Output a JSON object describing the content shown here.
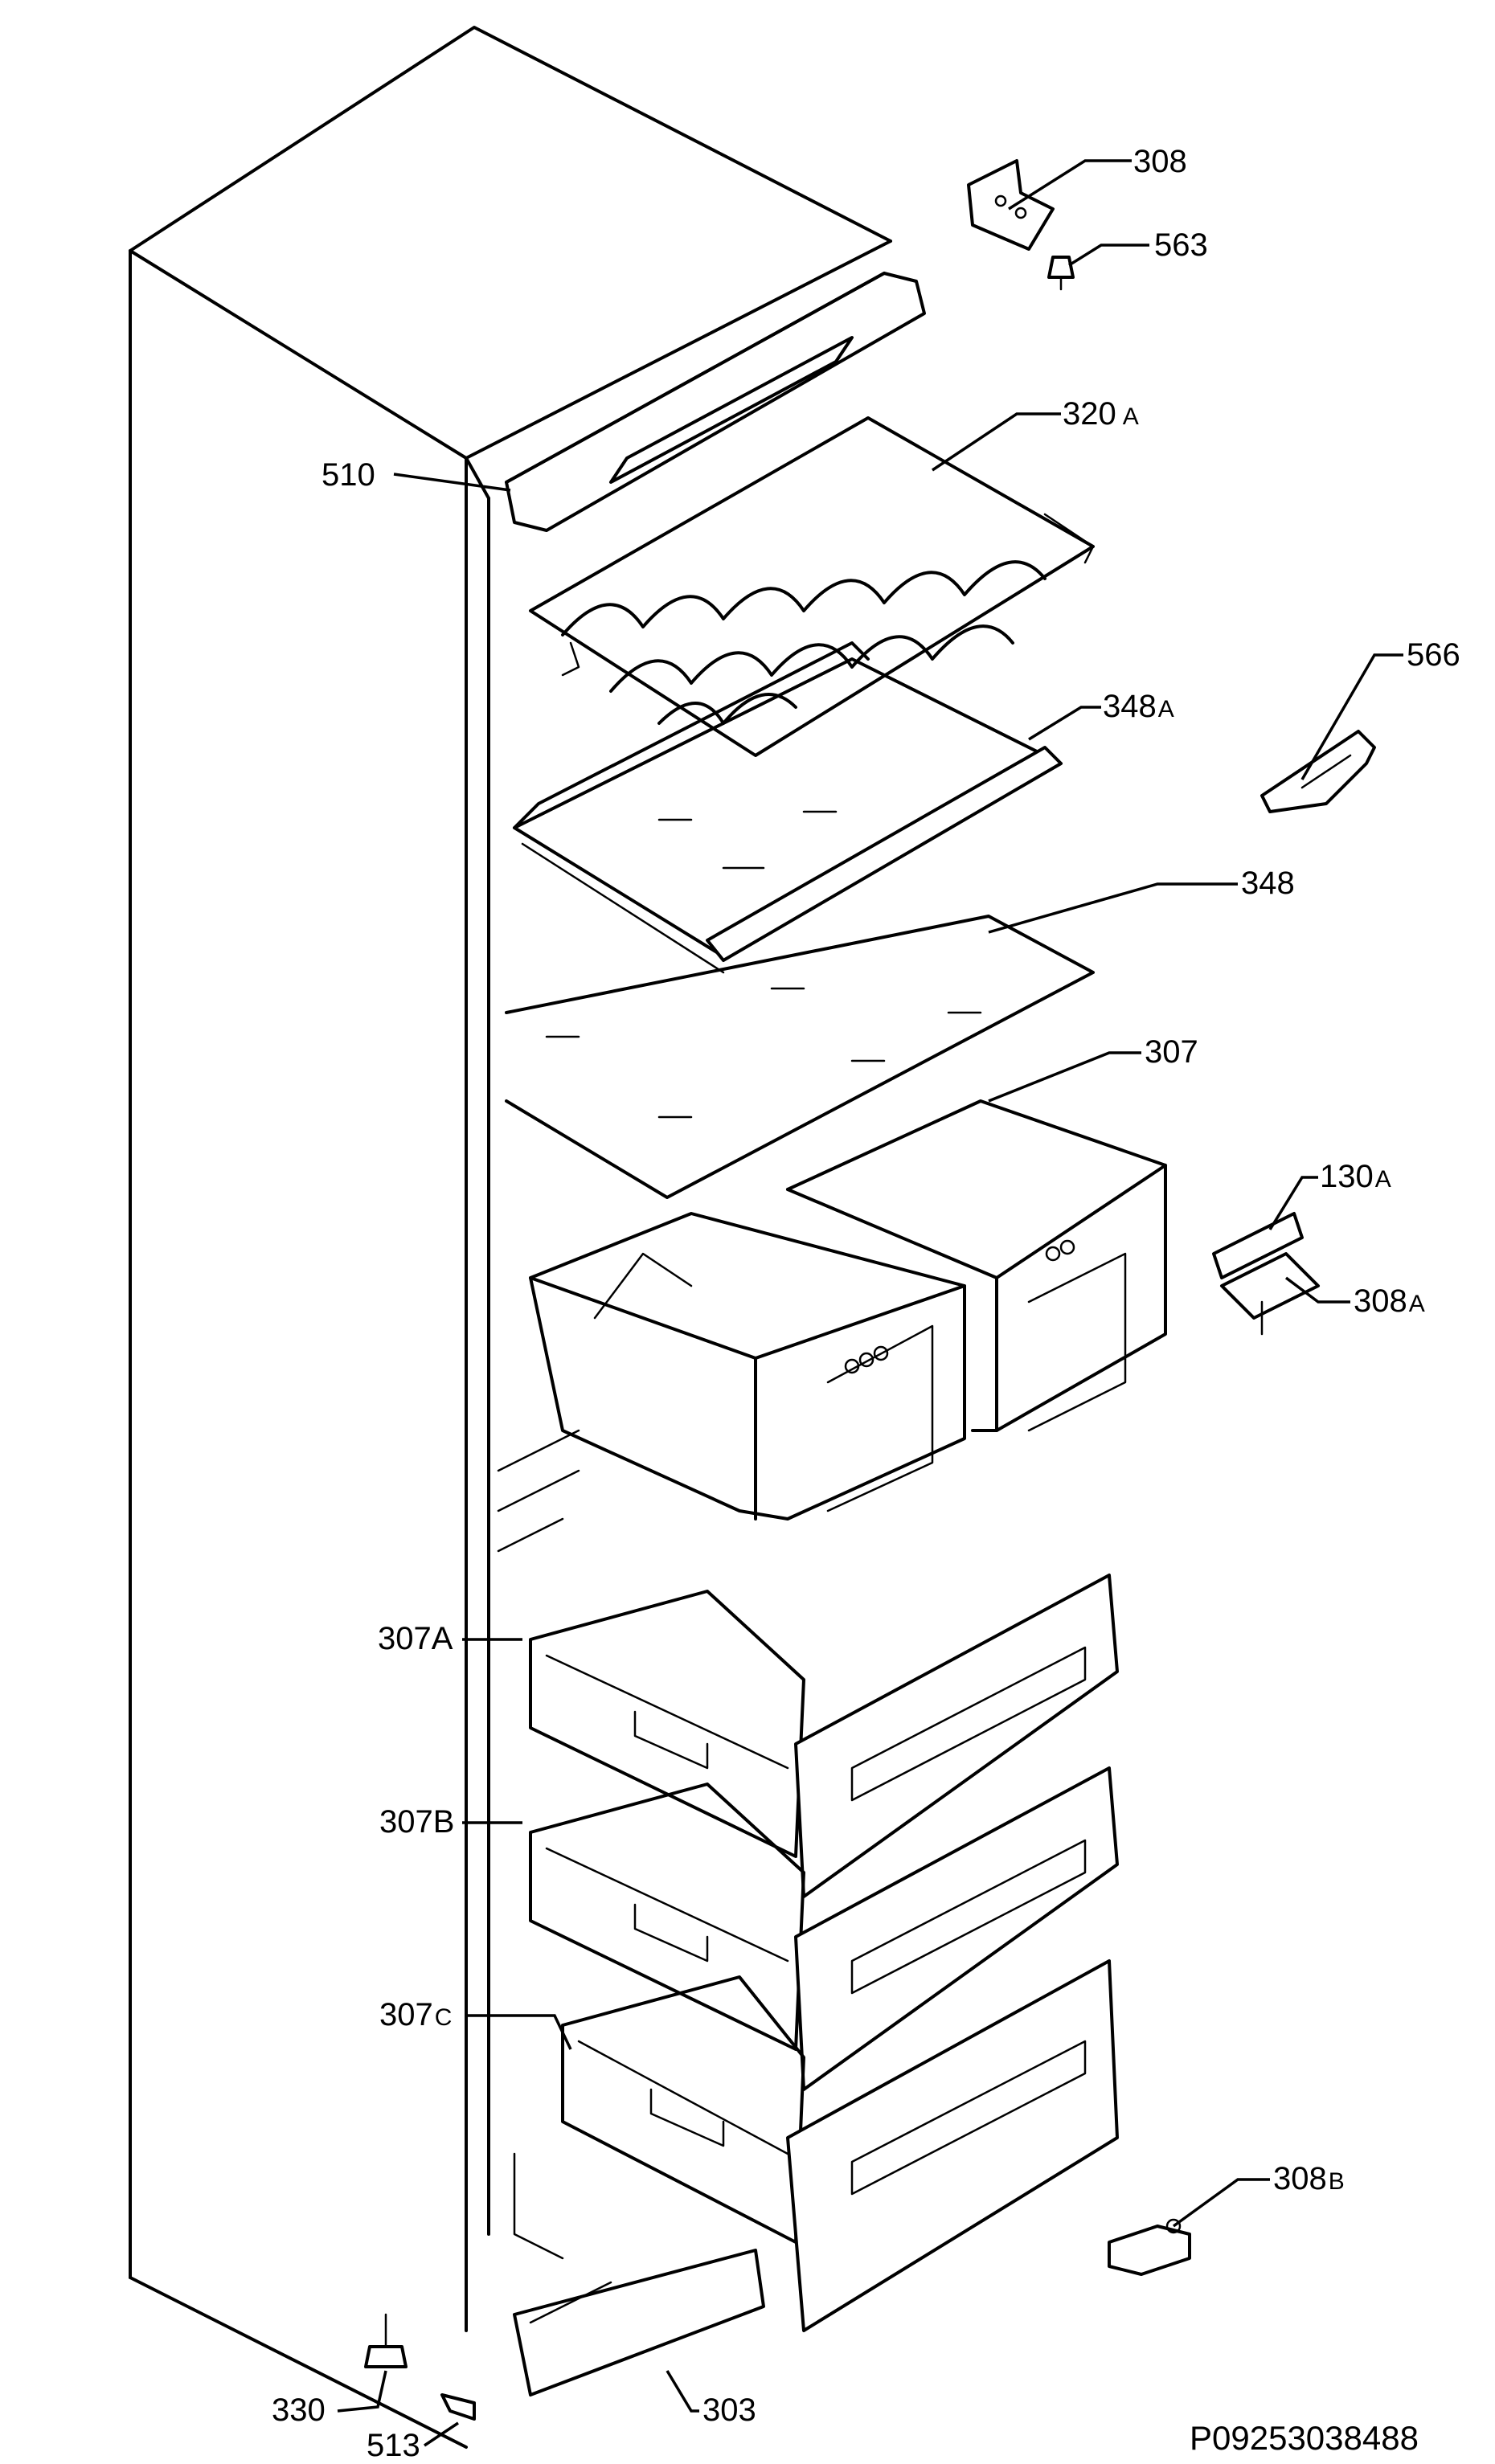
{
  "callouts": {
    "c308": {
      "num": "308",
      "suffix": ""
    },
    "c563": {
      "num": "563",
      "suffix": ""
    },
    "c320A": {
      "num": "320",
      "suffix": "A"
    },
    "c510": {
      "num": "510",
      "suffix": ""
    },
    "c566": {
      "num": "566",
      "suffix": ""
    },
    "c348A": {
      "num": "348",
      "suffix": "A"
    },
    "c348": {
      "num": "348",
      "suffix": ""
    },
    "c307": {
      "num": "307",
      "suffix": ""
    },
    "c130A": {
      "num": "130",
      "suffix": "A"
    },
    "c308A": {
      "num": "308",
      "suffix": "A"
    },
    "c307A": {
      "num": "307A",
      "suffix": ""
    },
    "c307B": {
      "num": "307B",
      "suffix": ""
    },
    "c307C": {
      "num": "307",
      "suffix": "C"
    },
    "c308B": {
      "num": "308",
      "suffix": "B"
    },
    "c330": {
      "num": "330",
      "suffix": ""
    },
    "c513": {
      "num": "513",
      "suffix": ""
    },
    "c303": {
      "num": "303",
      "suffix": ""
    }
  },
  "diagram_code": "P09253038488"
}
